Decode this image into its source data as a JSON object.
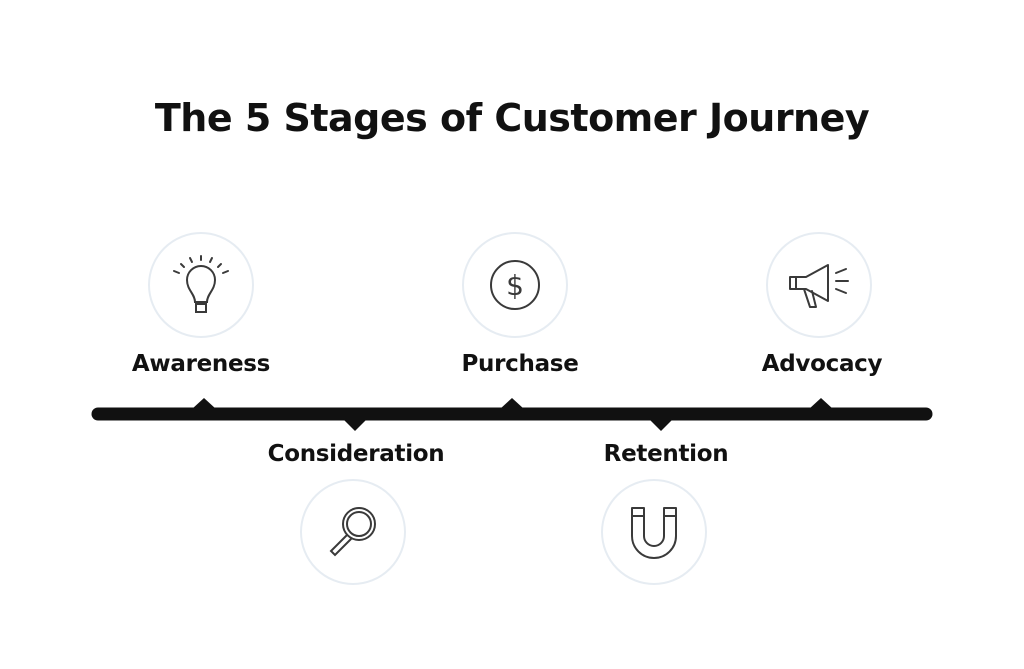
{
  "title": "The 5 Stages of Customer Journey",
  "stages": [
    {
      "label": "Awareness",
      "icon": "lightbulb-icon"
    },
    {
      "label": "Consideration",
      "icon": "magnifying-glass-icon"
    },
    {
      "label": "Purchase",
      "icon": "dollar-coin-icon"
    },
    {
      "label": "Retention",
      "icon": "magnet-icon"
    },
    {
      "label": "Advocacy",
      "icon": "megaphone-icon"
    }
  ],
  "colors": {
    "line": "#111111",
    "circle_border": "#e6ecf2",
    "icon_stroke": "#3a3a3a"
  }
}
